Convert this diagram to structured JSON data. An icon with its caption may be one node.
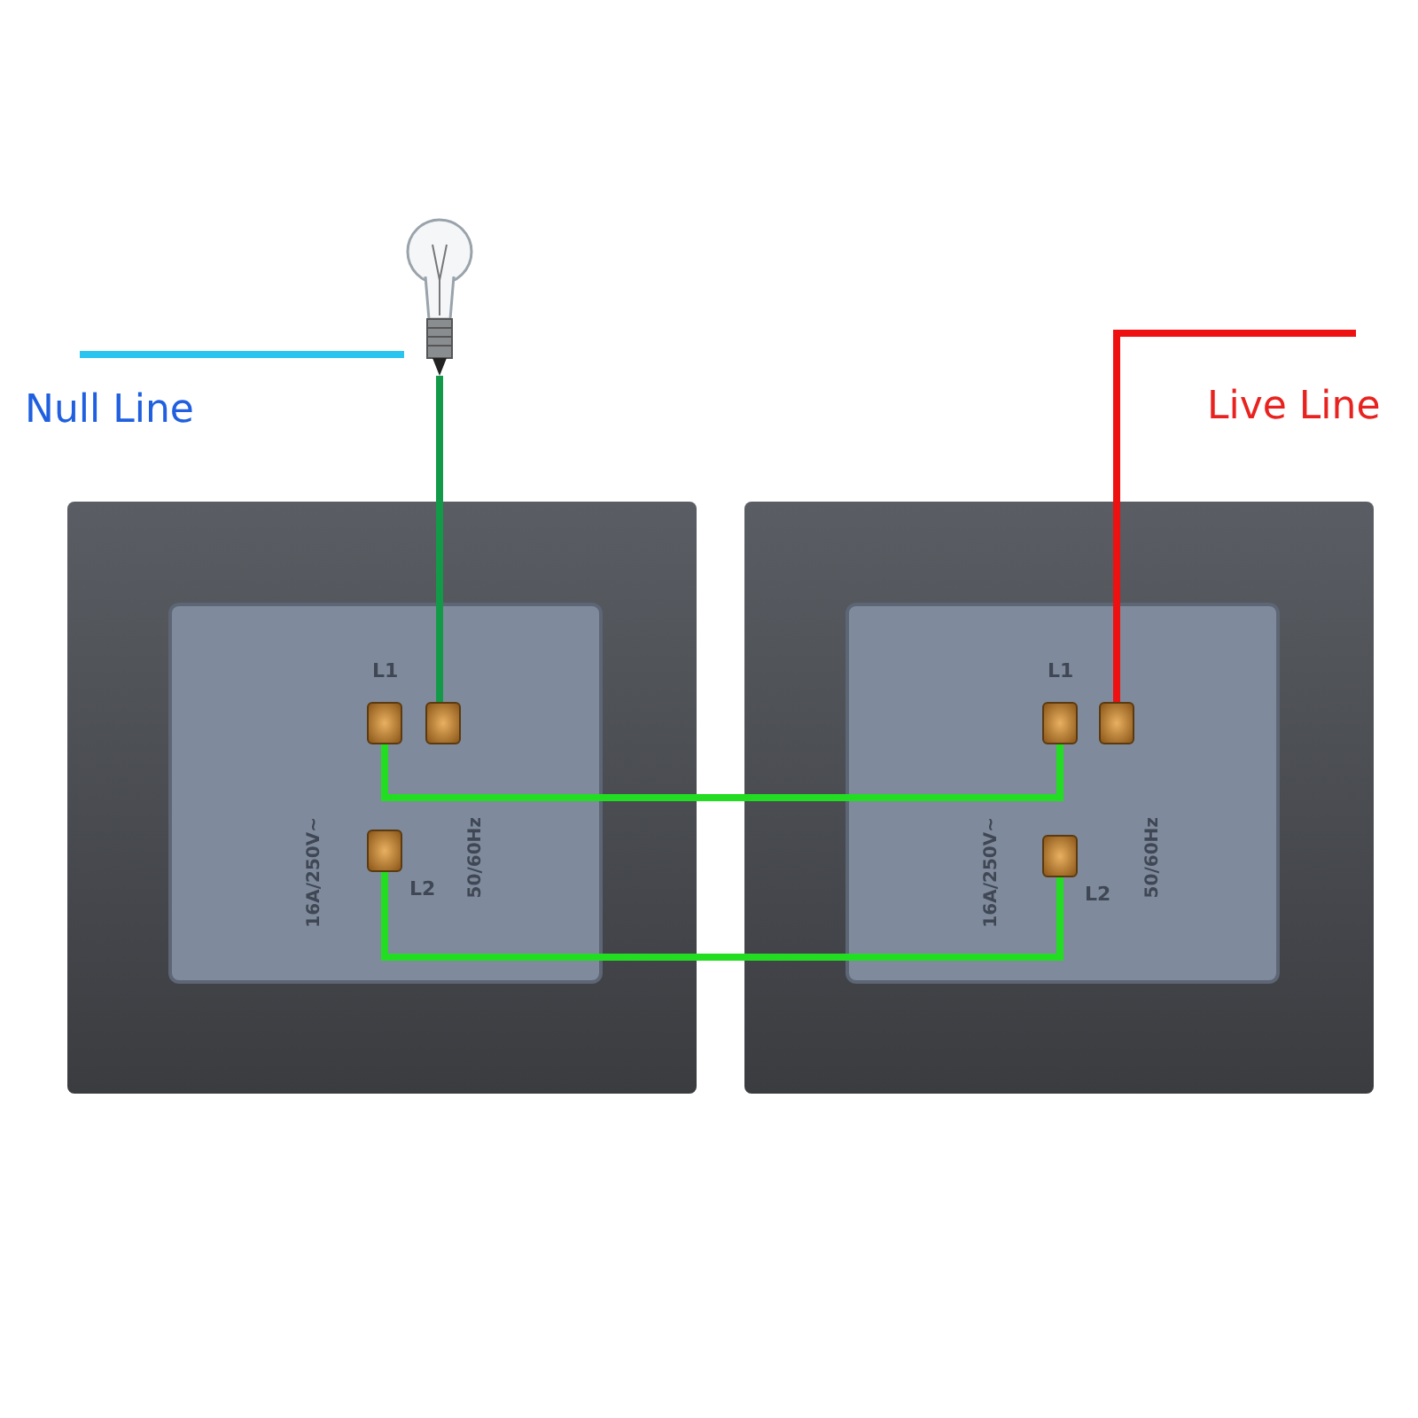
{
  "diagram": {
    "nodes": [
      {
        "text": [],
        "shape": "picture"
      },
      {
        "text": [],
        "shape": "picture"
      },
      {
        "text": [],
        "shape": "box",
        "in": 1
      },
      {
        "text": [],
        "shape": "box",
        "in": 1
      },
      {
        "text": [],
        "shape": "box",
        "in": 1
      },
      {
        "text": [],
        "shape": "picture"
      },
      {
        "text": [],
        "shape": "box",
        "in": 5
      },
      {
        "text": [],
        "shape": "box",
        "in": 5
      },
      {
        "text": [],
        "shape": "box",
        "in": 5
      }
    ],
    "edges": [
      {
        "from": null,
        "to": 0,
        "arrow": "none",
        "color": "#29c5f0"
      },
      {
        "from": 0,
        "to": 3,
        "arrow": "none",
        "color": "#139a49"
      },
      {
        "from": null,
        "to": 7,
        "arrow": "none",
        "color": "#ee1111"
      },
      {
        "from": 2,
        "to": 6,
        "arrow": "none"
      },
      {
        "from": 4,
        "to": 8,
        "arrow": "none"
      }
    ],
    "labels": [
      "Null Line",
      "Live Line",
      "L1",
      "16A/250V~",
      "50/60Hz",
      "L2",
      "L1",
      "16A/250V~",
      "50/60Hz",
      "L2"
    ]
  }
}
